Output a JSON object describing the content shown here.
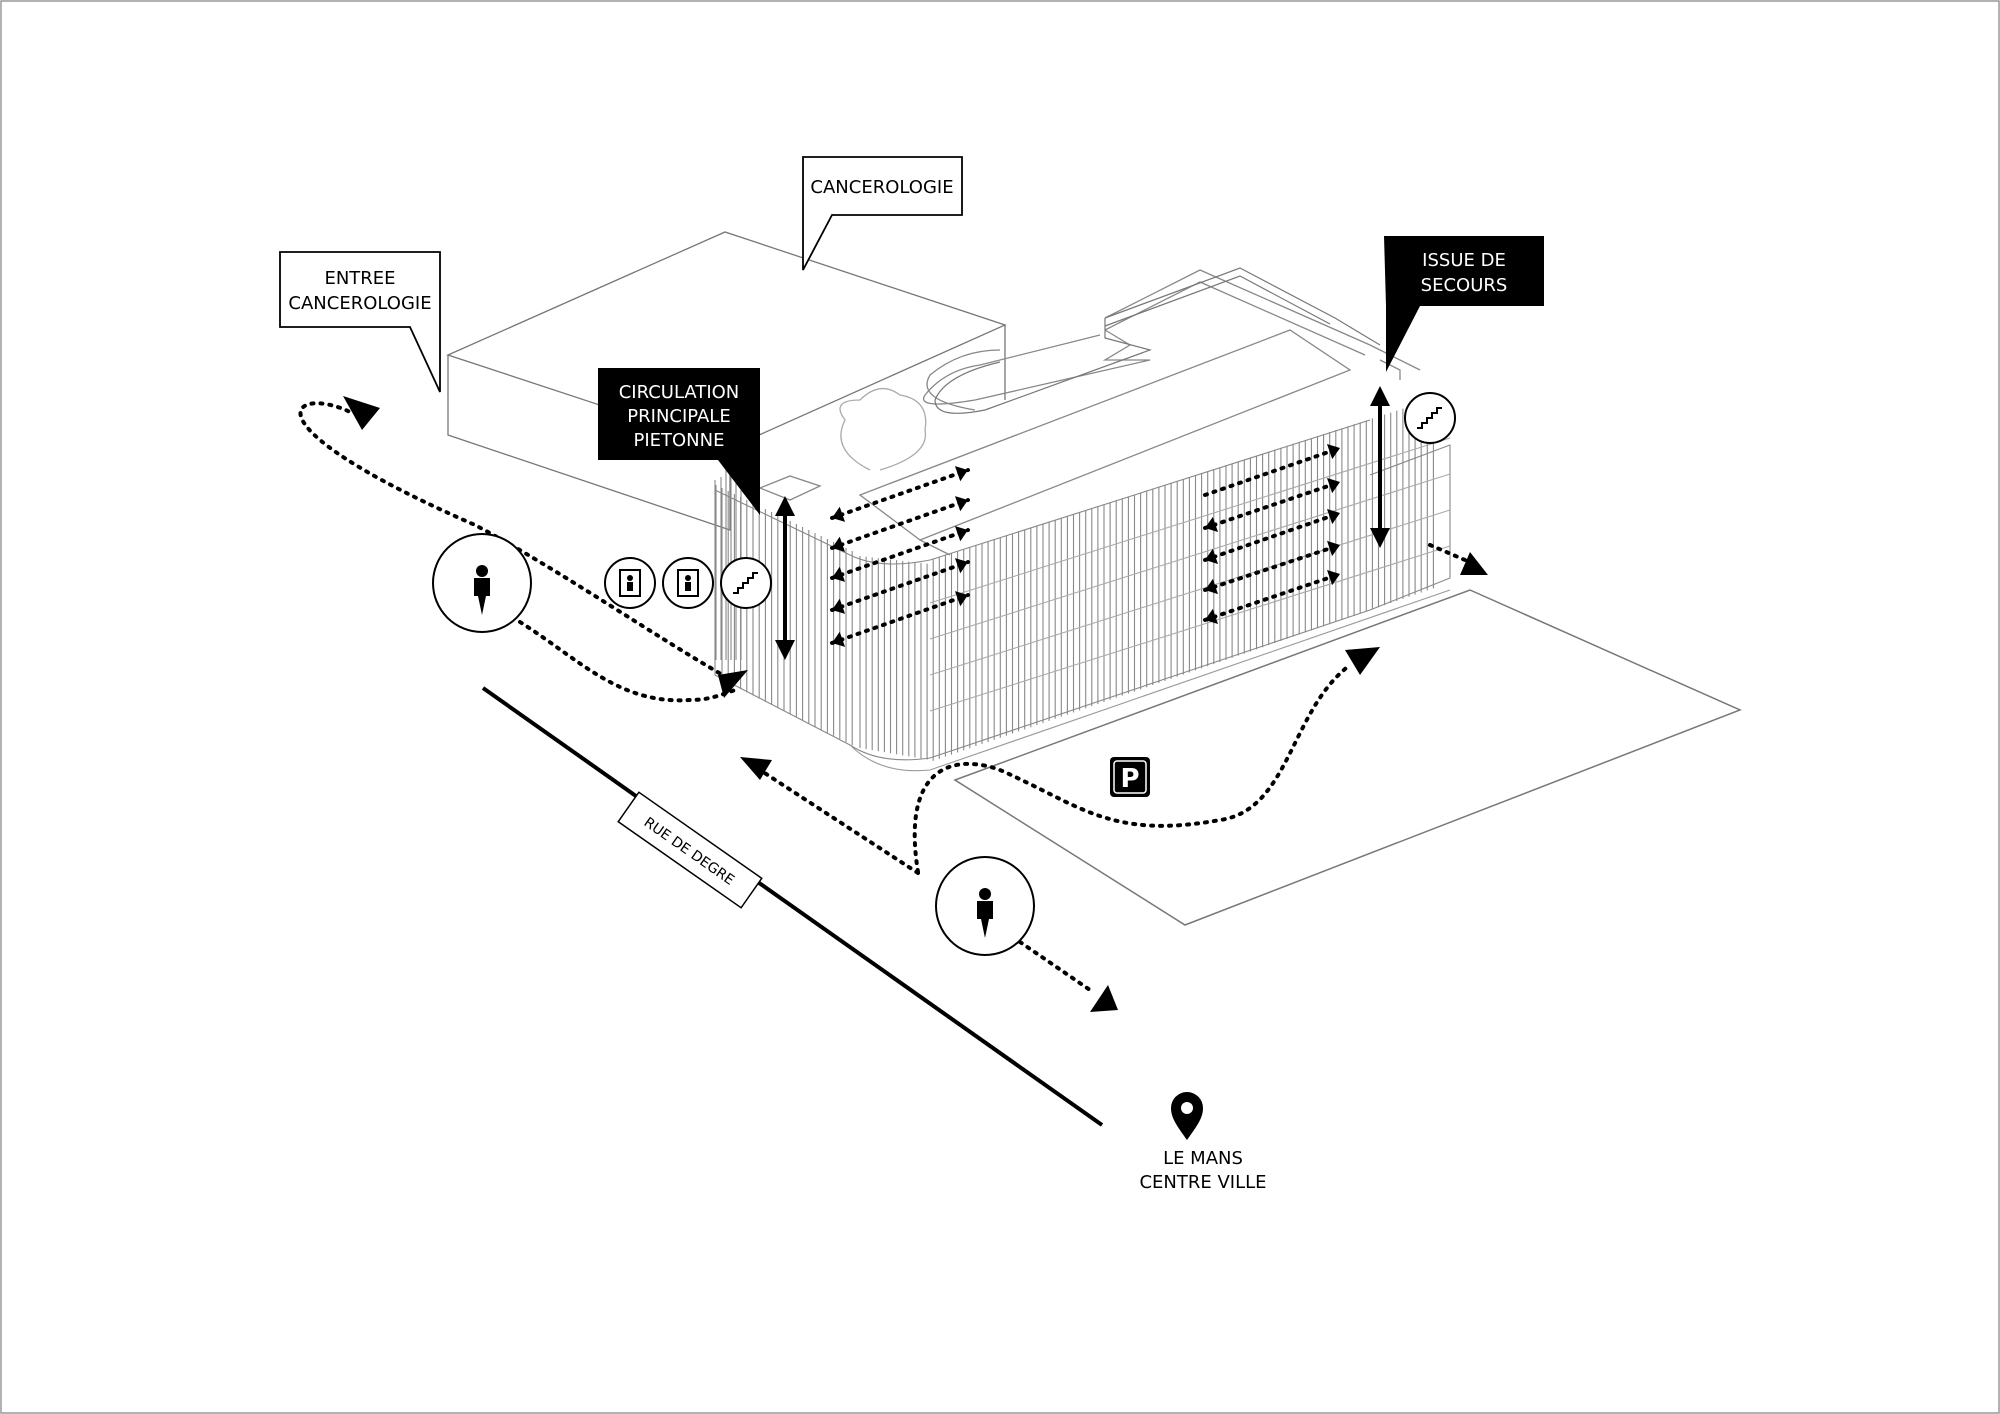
{
  "callouts": {
    "entree_cancerologie": [
      "ENTREE",
      "CANCEROLOGIE"
    ],
    "cancerologie": "CANCEROLOGIE",
    "circulation": [
      "CIRCULATION",
      "PRINCIPALE",
      "PIETONNE"
    ],
    "issue_secours": [
      "ISSUE DE",
      "SECOURS"
    ]
  },
  "street_label": "RUE DE DEGRE",
  "parking_symbol": "P",
  "destination": [
    "LE MANS",
    "CENTRE VILLE"
  ],
  "icons": [
    "pedestrian-icon",
    "elevator-icon",
    "stairs-icon",
    "parking-icon",
    "map-pin-icon"
  ],
  "colors": {
    "ink": "#000000",
    "line": "#555555",
    "paper": "#ffffff"
  }
}
